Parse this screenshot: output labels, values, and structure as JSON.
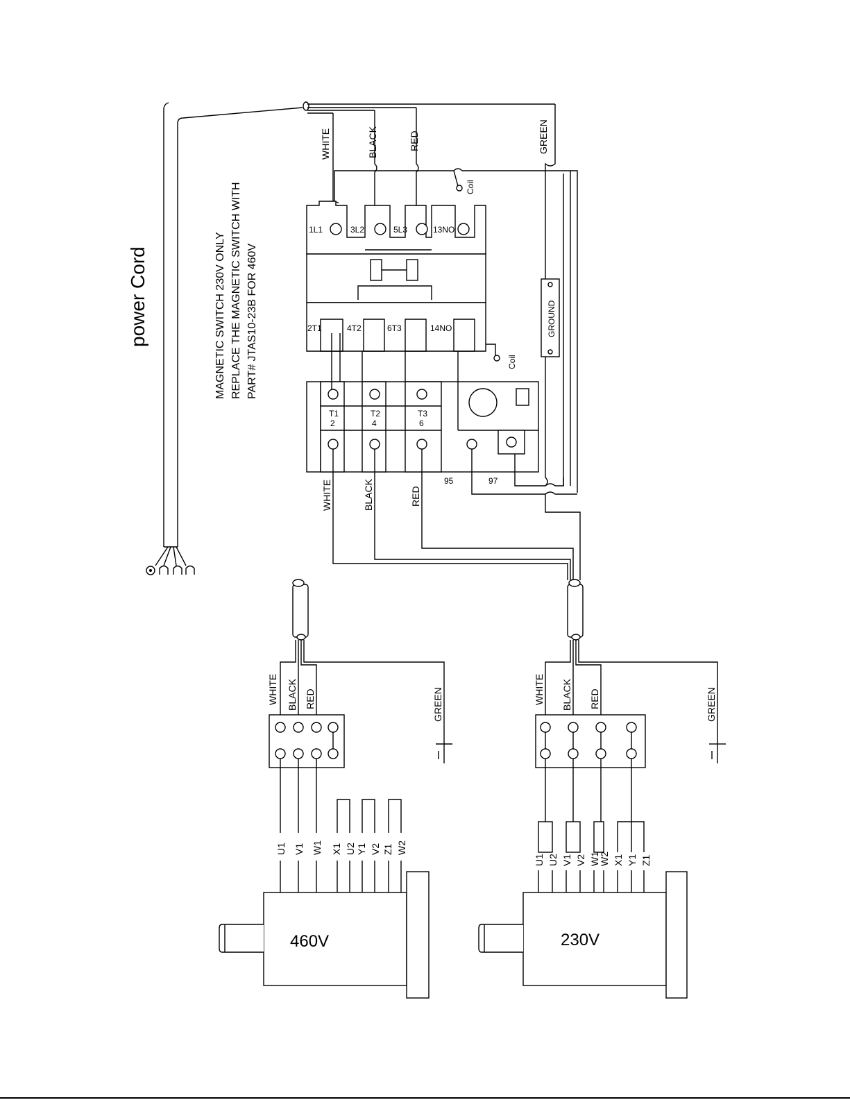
{
  "power_cord": {
    "label": "power Cord"
  },
  "note": {
    "line1": "MAGNETIC SWITCH 230V ONLY",
    "line2": "REPLACE THE MAGNETIC SWITCH WITH",
    "line3": "PART#  JTAS10-23B FOR 460V"
  },
  "wires": {
    "white": "WHITE",
    "black": "BLACK",
    "red": "RED",
    "green": "GREEN"
  },
  "contactor": {
    "line_terminals": [
      "1L1",
      "3L2",
      "5L3",
      "13NO"
    ],
    "load_terminals": [
      "2T1",
      "4T2",
      "6T3",
      "14NO"
    ],
    "coil": "Coil"
  },
  "ground_block": "GROUND",
  "overload": {
    "terminals": [
      {
        "top": "T1",
        "bottom": "2"
      },
      {
        "top": "T2",
        "bottom": "4"
      },
      {
        "top": "T3",
        "bottom": "6"
      }
    ],
    "aux": [
      "95",
      "97"
    ]
  },
  "motor_460": {
    "voltage": "460V",
    "leads": [
      "U1",
      "V1",
      "W1",
      "X1",
      "U2",
      "Y1",
      "V2",
      "Z1",
      "W2"
    ]
  },
  "motor_230": {
    "voltage": "230V",
    "leads": [
      "U1",
      "U2",
      "V1",
      "V2",
      "W1",
      "W2",
      "X1",
      "Y1",
      "Z1"
    ]
  }
}
